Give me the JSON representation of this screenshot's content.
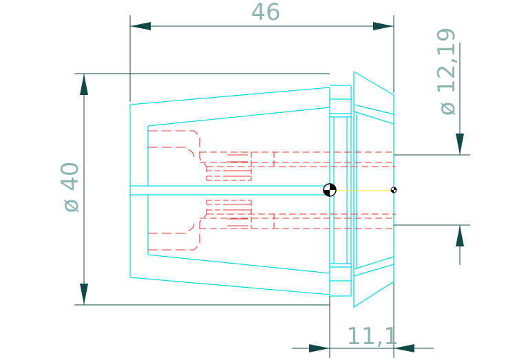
{
  "drawing": {
    "dimensions": {
      "overall_length": "46",
      "outer_diameter": "ø 40",
      "bore_diameter": "ø 12,19",
      "nose_length": "11,1"
    },
    "colors": {
      "outline": "#00d8e8",
      "hidden": "#ee3333",
      "dimension": "#114848",
      "dimension_text": "#8db4b4",
      "centerline": "#f4f400",
      "background": "#ffffff"
    }
  }
}
